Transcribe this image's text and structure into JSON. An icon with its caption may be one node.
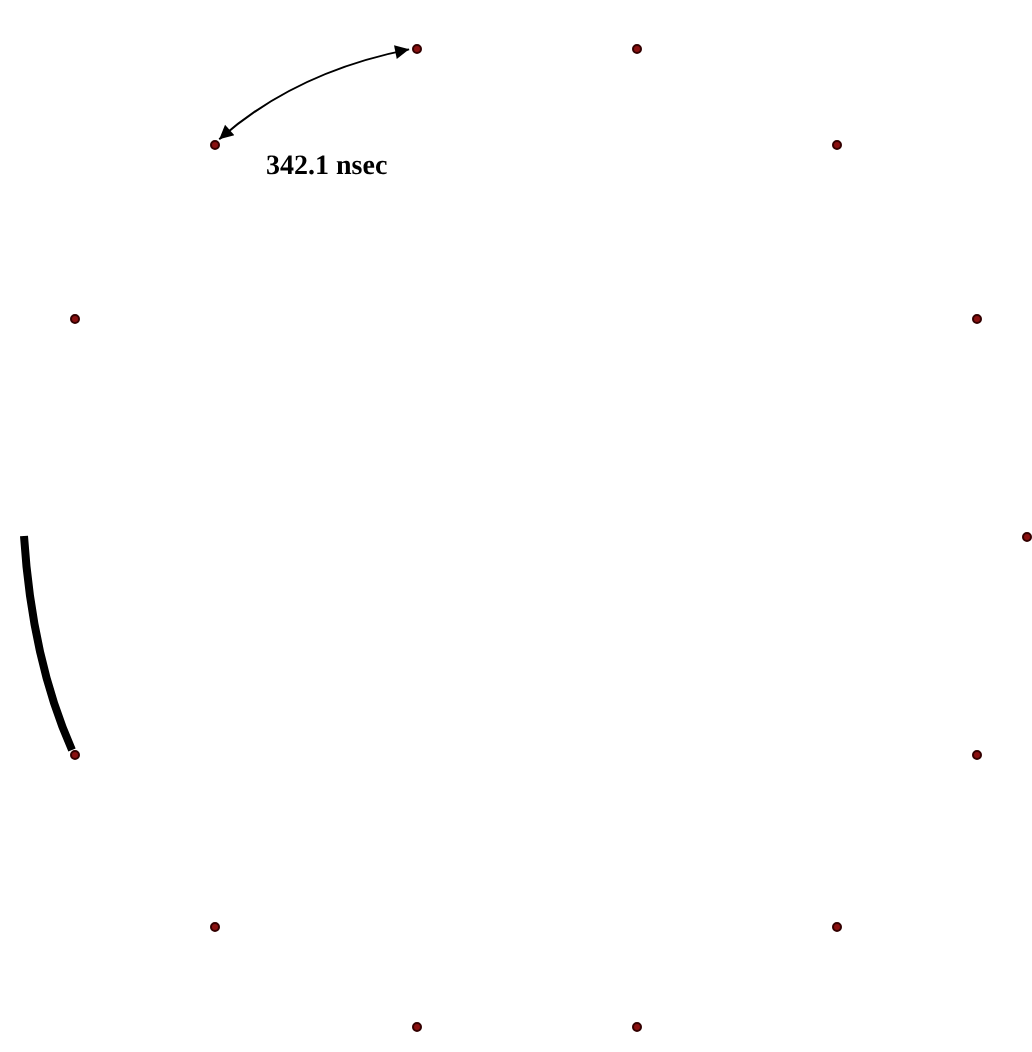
{
  "diagram": {
    "nodes": [
      {
        "text": [],
        "shape": "circle"
      },
      {
        "text": [],
        "shape": "circle"
      },
      {
        "text": [],
        "shape": "circle"
      },
      {
        "text": [],
        "shape": "circle"
      },
      {
        "text": [],
        "shape": "circle"
      },
      {
        "text": [],
        "shape": "circle"
      },
      {
        "text": [],
        "shape": "circle"
      },
      {
        "text": [],
        "shape": "circle"
      },
      {
        "text": [],
        "shape": "circle"
      },
      {
        "text": [],
        "shape": "circle"
      },
      {
        "text": [],
        "shape": "circle"
      },
      {
        "text": [],
        "shape": "circle"
      },
      {
        "text": [],
        "shape": "circle"
      }
    ],
    "edges": [
      {
        "from": 0,
        "to": 2,
        "arrow": "both",
        "label": "342.1 nsec"
      }
    ]
  }
}
